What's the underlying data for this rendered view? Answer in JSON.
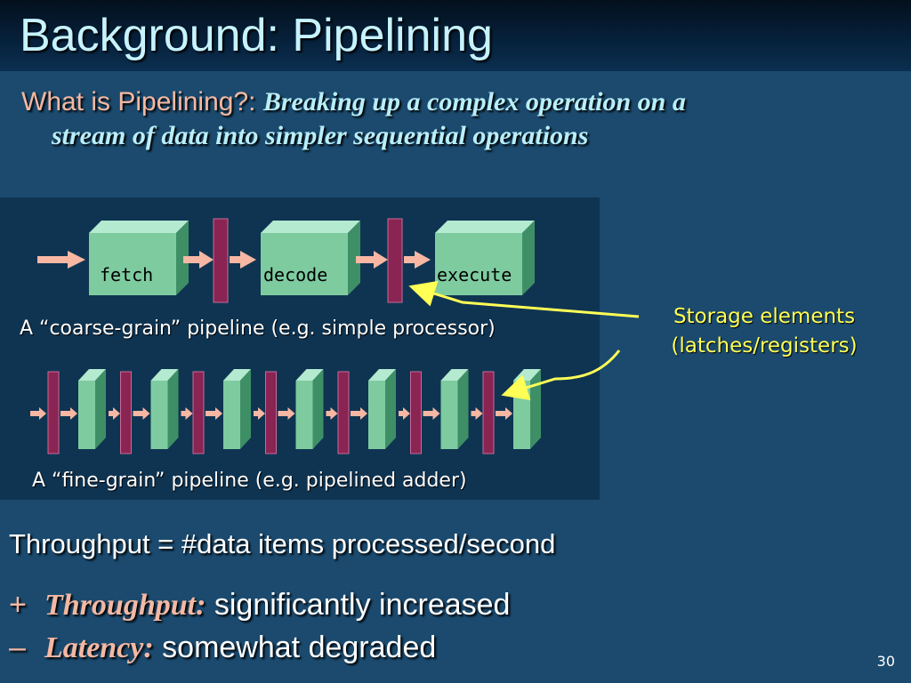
{
  "slide": {
    "title": "Background:  Pipelining",
    "subtitle_lead": "What is Pipelining?: ",
    "subtitle_def_line1": "Breaking up a complex operation on a",
    "subtitle_def_line2": "stream of data into simpler sequential operations",
    "coarse_stages": [
      "fetch",
      "decode",
      "execute"
    ],
    "coarse_caption": "A “coarse-grain” pipeline (e.g. simple processor)",
    "fine_caption": "A “fine-grain” pipeline (e.g. pipelined adder)",
    "storage_label_line1": "Storage elements",
    "storage_label_line2": "(latches/registers)",
    "throughput_line": "Throughput = #data items processed/second",
    "bullets": [
      {
        "symbol": "+",
        "term": "Throughput:",
        "rest": " significantly increased"
      },
      {
        "symbol": "–",
        "term": "Latency:",
        "rest": " somewhat degraded"
      }
    ],
    "page_number": "30"
  },
  "colors": {
    "background": "#1b4a6e",
    "stage_block": "#7ecba0",
    "latch": "#8a2452",
    "arrow": "#f7b7a3",
    "callout": "#ffff55"
  }
}
